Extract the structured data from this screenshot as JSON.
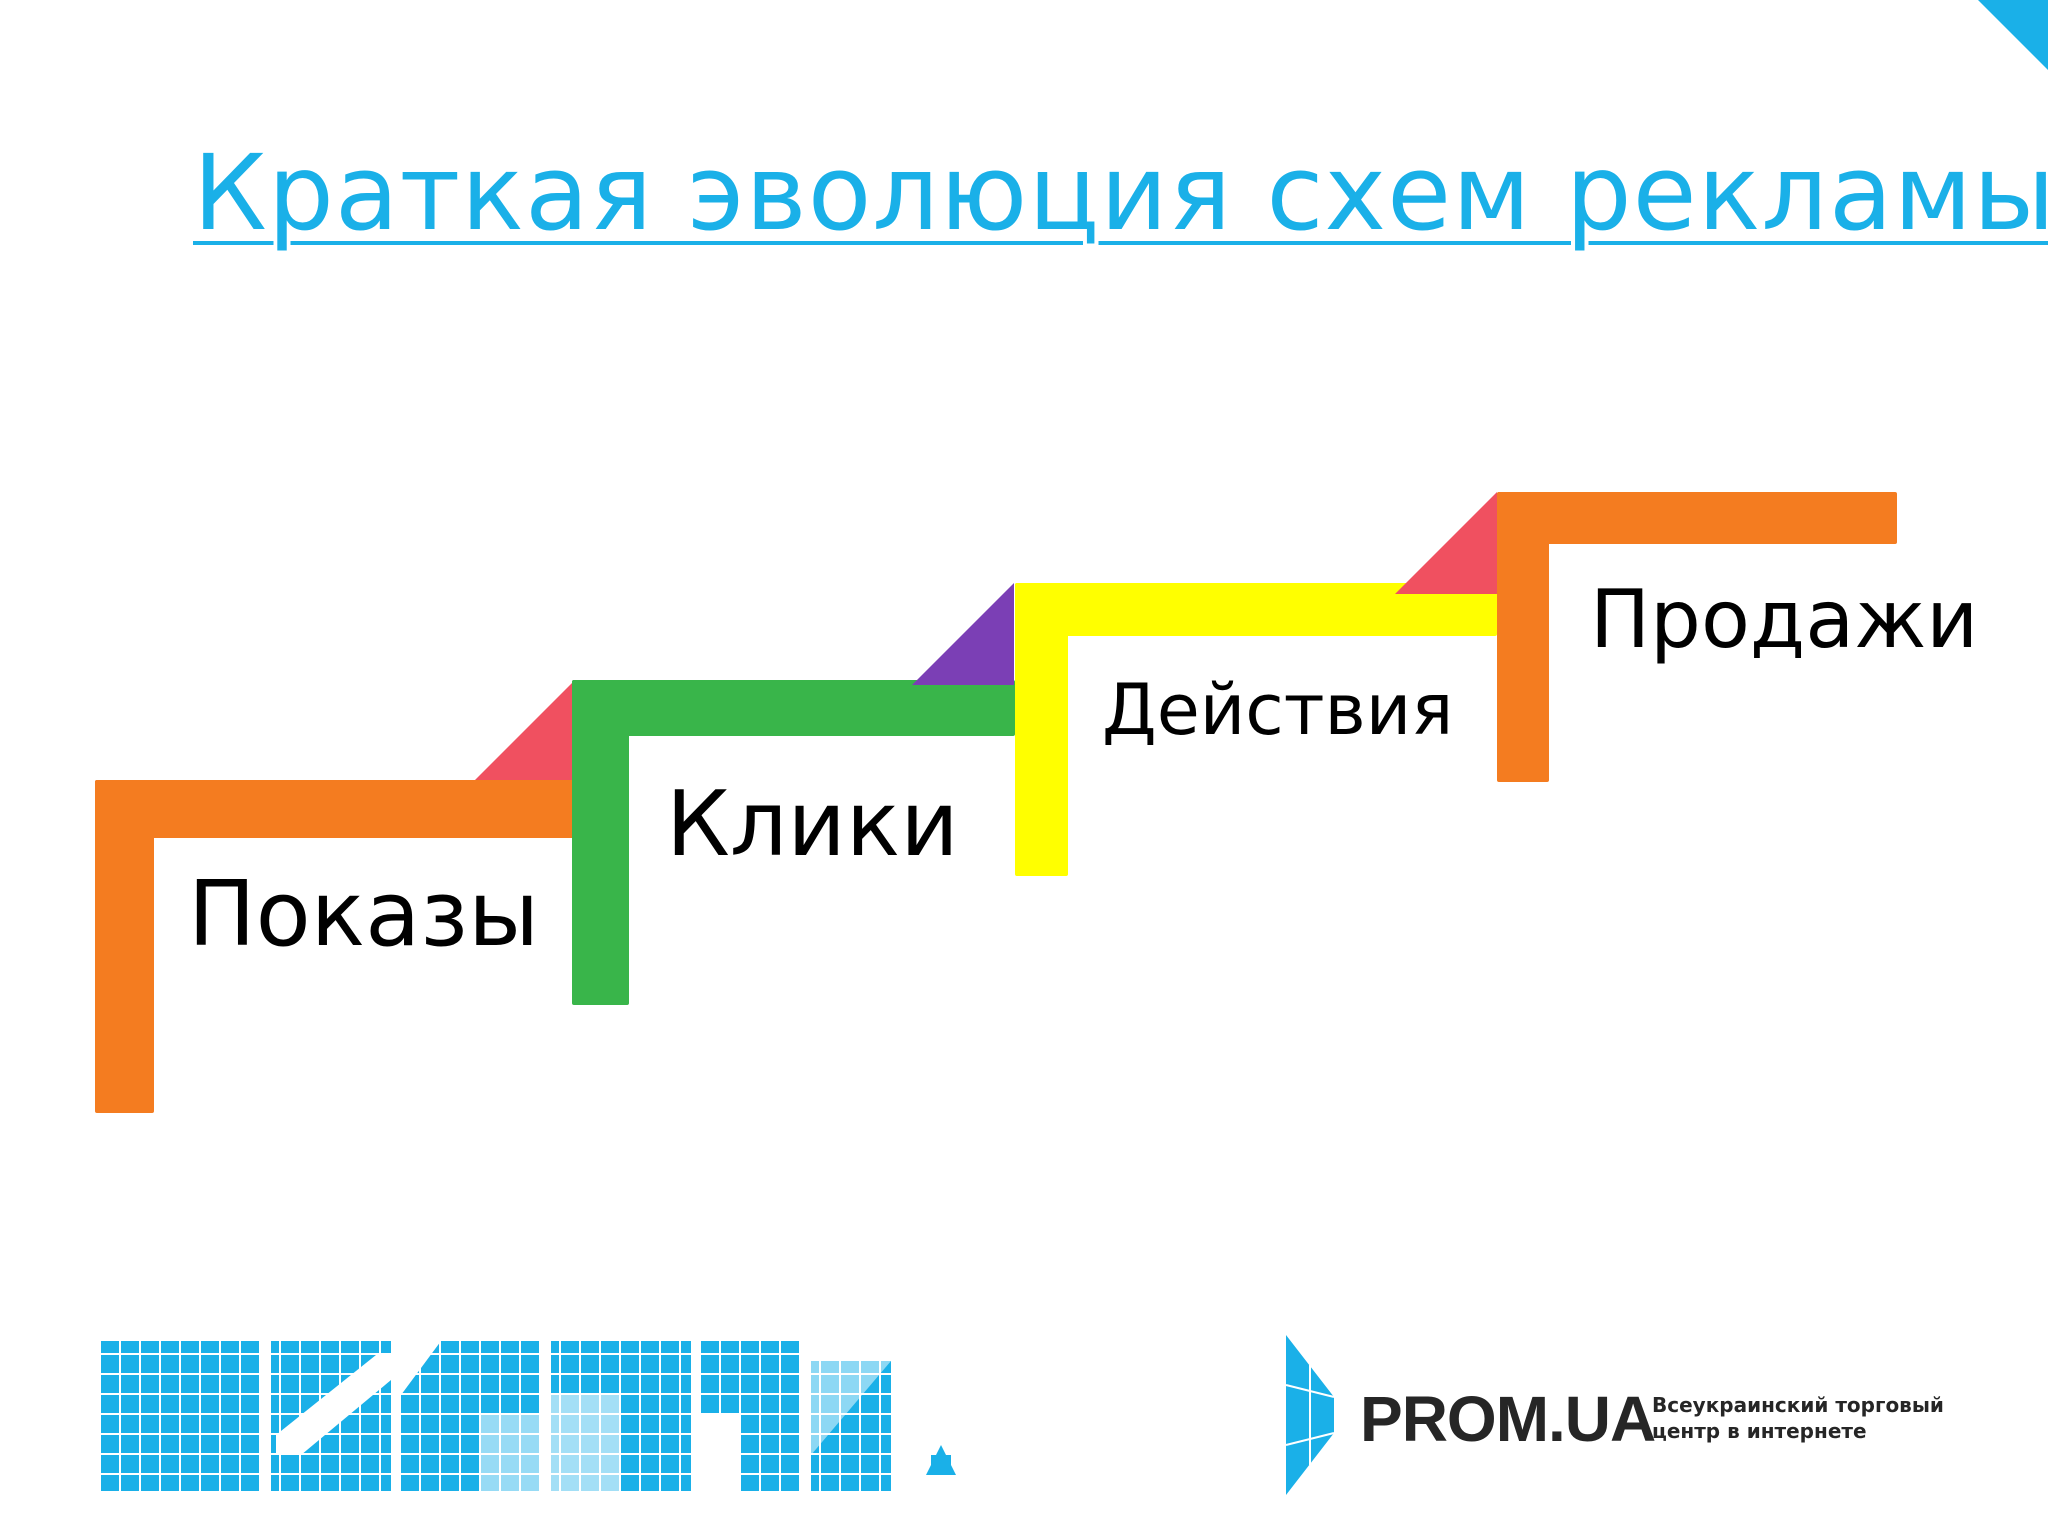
{
  "slide": {
    "title": "Краткая эволюция схем рекламы",
    "accent_color": "#1ab0e8"
  },
  "diagram": {
    "steps": [
      {
        "label": "Показы",
        "color": "#f47c20",
        "connector_color": "#f05060"
      },
      {
        "label": "Клики",
        "color": "#39b54a",
        "connector_color": "#7b3fb5"
      },
      {
        "label": "Действия",
        "color": "#ffff00",
        "connector_color": "#f05060"
      },
      {
        "label": "Продажи",
        "color": "#f47c20"
      }
    ]
  },
  "footer": {
    "left_logo": "pixel-mosaic-logo",
    "prom": {
      "name": "PROM.UA",
      "tagline_line1": "Всеукраинский торговый",
      "tagline_line2": "центр в интернете"
    }
  }
}
